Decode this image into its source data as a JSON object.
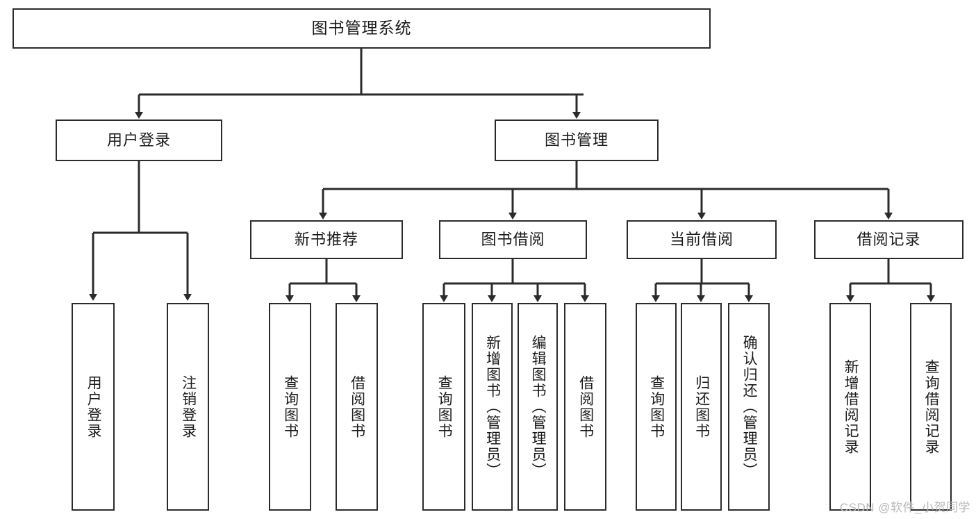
{
  "diagram": {
    "title_box": {
      "label": "图书管理系统"
    },
    "level2": [
      {
        "id": "user-login",
        "label": "用户登录"
      },
      {
        "id": "book-manage",
        "label": "图书管理"
      }
    ],
    "level3": [
      {
        "id": "new-book-recommend",
        "label": "新书推荐"
      },
      {
        "id": "book-borrow",
        "label": "图书借阅"
      },
      {
        "id": "current-borrow",
        "label": "当前借阅"
      },
      {
        "id": "borrow-record",
        "label": "借阅记录"
      }
    ],
    "leaves": [
      {
        "id": "leaf-user-login",
        "label": "用户登录"
      },
      {
        "id": "leaf-logout-login",
        "label": "注销登录"
      },
      {
        "id": "leaf-query-book-1",
        "label": "查询图书"
      },
      {
        "id": "leaf-borrow-book-1",
        "label": "借阅图书"
      },
      {
        "id": "leaf-query-book-2",
        "label": "查询图书"
      },
      {
        "id": "leaf-add-book-admin",
        "label": "新增图书（管理员）"
      },
      {
        "id": "leaf-edit-book-admin",
        "label": "编辑图书（管理员）"
      },
      {
        "id": "leaf-borrow-book-2",
        "label": "借阅图书"
      },
      {
        "id": "leaf-query-book-3",
        "label": "查询图书"
      },
      {
        "id": "leaf-return-book",
        "label": "归还图书"
      },
      {
        "id": "leaf-confirm-return-admin",
        "label": "确认归还（管理员）"
      },
      {
        "id": "leaf-add-borrow-record",
        "label": "新增借阅记录"
      },
      {
        "id": "leaf-query-borrow-record",
        "label": "查询借阅记录"
      }
    ],
    "watermark": "CSDN @软件_小贺同学",
    "colors": {
      "stroke": "#2b2b2b",
      "fill": "#ffffff",
      "text": "#1a1a1a",
      "watermark": "#b9b9b9"
    }
  }
}
